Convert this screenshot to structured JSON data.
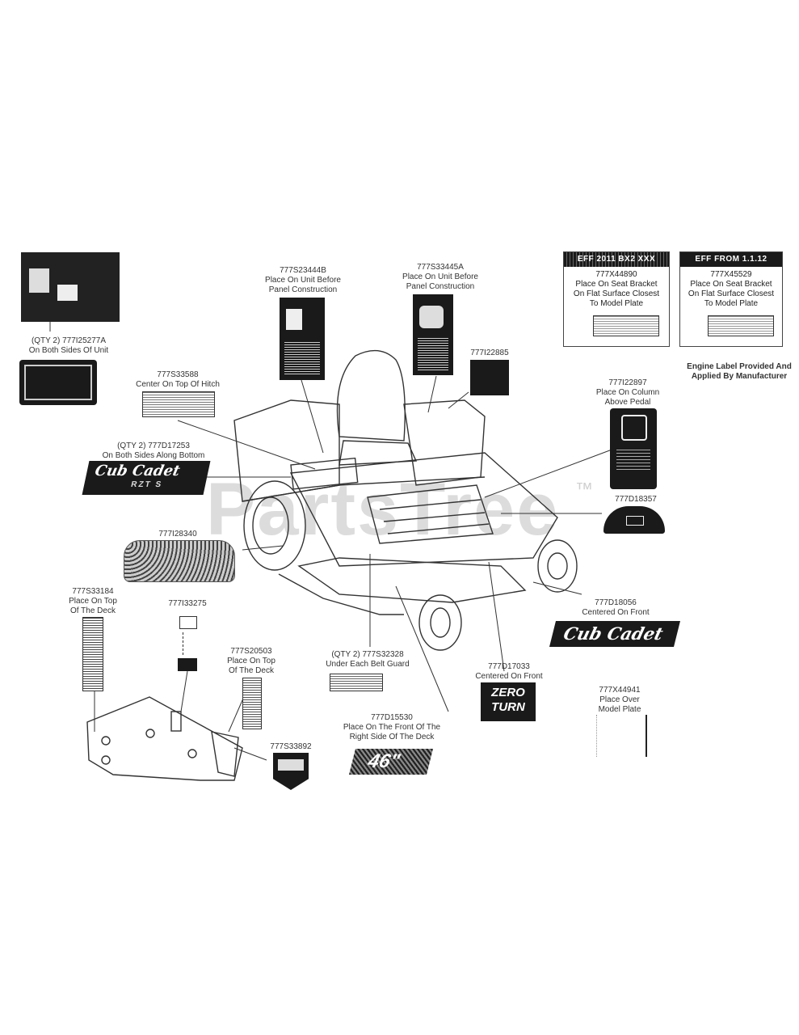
{
  "watermark": {
    "text": "PartsTree",
    "tm": "™"
  },
  "engine_note": {
    "line1": "Engine Label Provided And",
    "line2": "Applied By Manufacturer"
  },
  "callouts": {
    "c1": {
      "part": "(QTY 2) 777I25277A",
      "line2": "On Both Sides Of Unit"
    },
    "c2": {
      "part": "777S23444B",
      "line2": "Place On Unit Before",
      "line3": "Panel Construction"
    },
    "c3": {
      "part": "777S33445A",
      "line2": "Place On Unit Before",
      "line3": "Panel Construction"
    },
    "c4": {
      "part": "777I22885"
    },
    "c5": {
      "part": "777S33588",
      "line2": "Center On Top Of Hitch"
    },
    "c6": {
      "part": "(QTY 2) 777D17253",
      "line2": "On Both Sides Along Bottom"
    },
    "c7": {
      "part": "777I22897",
      "line2": "Place On Column",
      "line3": "Above Pedal"
    },
    "c8": {
      "part": "777D18357"
    },
    "c9": {
      "part": "777I28340"
    },
    "c10": {
      "part": "777S33184",
      "line2": "Place On Top",
      "line3": "Of The Deck"
    },
    "c11": {
      "part": "777I33275"
    },
    "c12": {
      "part": "777S20503",
      "line2": "Place On Top",
      "line3": "Of The Deck"
    },
    "c13": {
      "part": "(QTY 2) 777S32328",
      "line2": "Under Each Belt Guard"
    },
    "c14": {
      "part": "777D17033",
      "line2": "Centered On Front"
    },
    "c15": {
      "part": "777D18056",
      "line2": "Centered On Front"
    },
    "c16": {
      "part": "777D15530",
      "line2": "Place On The Front Of The",
      "line3": "Right Side Of The Deck"
    },
    "c17": {
      "part": "777S33892"
    },
    "c18": {
      "part": "777X44941",
      "line2": "Place Over",
      "line3": "Model Plate"
    }
  },
  "eff_boxes": {
    "left": {
      "header": "EFF 2011 BX2 XXX",
      "part": "777X44890",
      "line2": "Place On Seat Bracket",
      "line3": "On Flat Surface Closest",
      "line4": "To Model Plate"
    },
    "right": {
      "header": "EFF FROM 1.1.12",
      "part": "777X45529",
      "line2": "Place On Seat Bracket",
      "line3": "On Flat Surface Closest",
      "line4": "To Model Plate"
    }
  },
  "decals": {
    "brand_text": "Cub Cadet",
    "series_text": "RZT S",
    "zero_turn_line1": "ZERO",
    "zero_turn_line2": "TURN",
    "deck_size": "46\""
  },
  "colors": {
    "ink": "#1a1a1a",
    "paper": "#ffffff",
    "watermark": "#d9d9d9"
  }
}
